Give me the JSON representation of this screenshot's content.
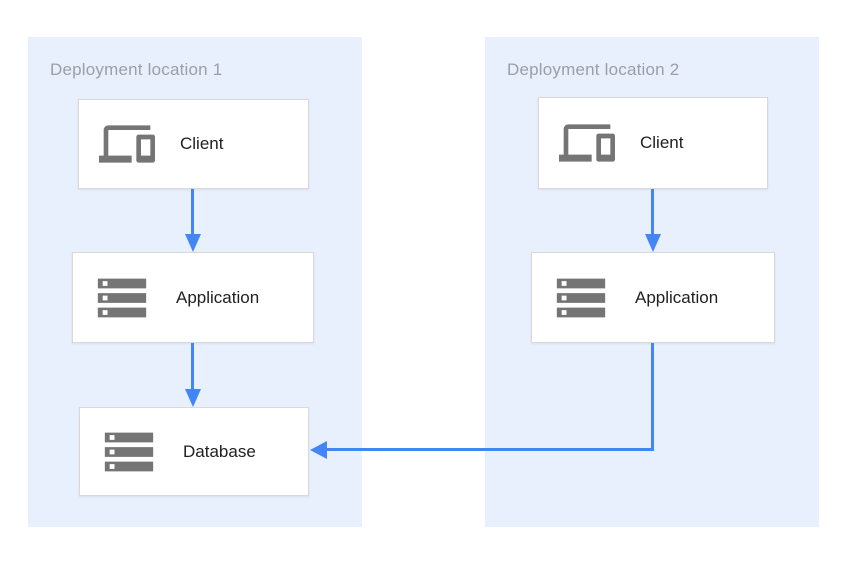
{
  "colors": {
    "panel_background": "#e8f0fe",
    "arrow": "#4285f4",
    "box_border": "#d9d9d9",
    "icon_gray": "#757575",
    "panel_title_text": "#9aa0a6",
    "node_label_text": "#212121"
  },
  "panels": [
    {
      "title": "Deployment location 1",
      "nodes": [
        {
          "label": "Client",
          "icon": "devices-icon"
        },
        {
          "label": "Application",
          "icon": "storage-icon"
        },
        {
          "label": "Database",
          "icon": "storage-icon"
        }
      ]
    },
    {
      "title": "Deployment location 2",
      "nodes": [
        {
          "label": "Client",
          "icon": "devices-icon"
        },
        {
          "label": "Application",
          "icon": "storage-icon"
        }
      ]
    }
  ],
  "connections": [
    {
      "from": "location1-client",
      "to": "location1-application",
      "shape": "straight-down-arrow"
    },
    {
      "from": "location1-application",
      "to": "location1-database",
      "shape": "straight-down-arrow"
    },
    {
      "from": "location2-client",
      "to": "location2-application",
      "shape": "straight-down-arrow"
    },
    {
      "from": "location2-application",
      "to": "location1-database",
      "shape": "elbow-down-then-left-arrow"
    }
  ]
}
